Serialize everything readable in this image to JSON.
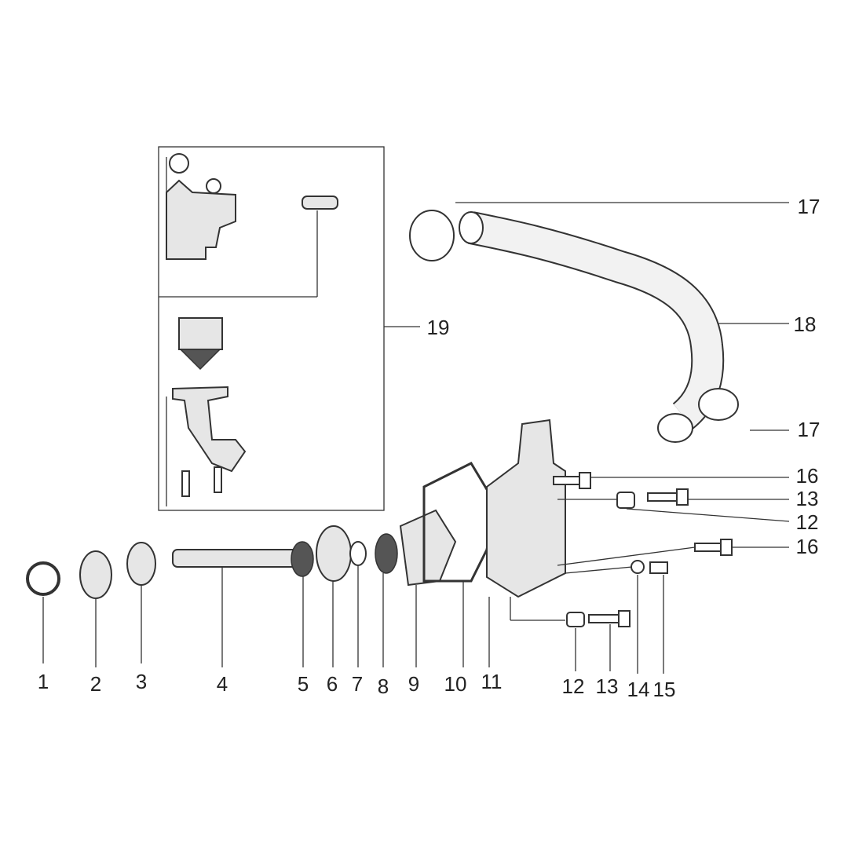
{
  "diagram": {
    "title_visible": false,
    "callouts": {
      "c1": "1",
      "c2": "2",
      "c3": "3",
      "c4": "4",
      "c5": "5",
      "c6": "6",
      "c7": "7",
      "c8": "8",
      "c9": "9",
      "c10": "10",
      "c11": "11",
      "c12a": "12",
      "c13a": "13",
      "c14": "14",
      "c15": "15",
      "c16a": "16",
      "c13b": "13",
      "c12b": "12",
      "c16b": "16",
      "c17a": "17",
      "c18": "18",
      "c17b": "17",
      "c19": "19"
    }
  }
}
